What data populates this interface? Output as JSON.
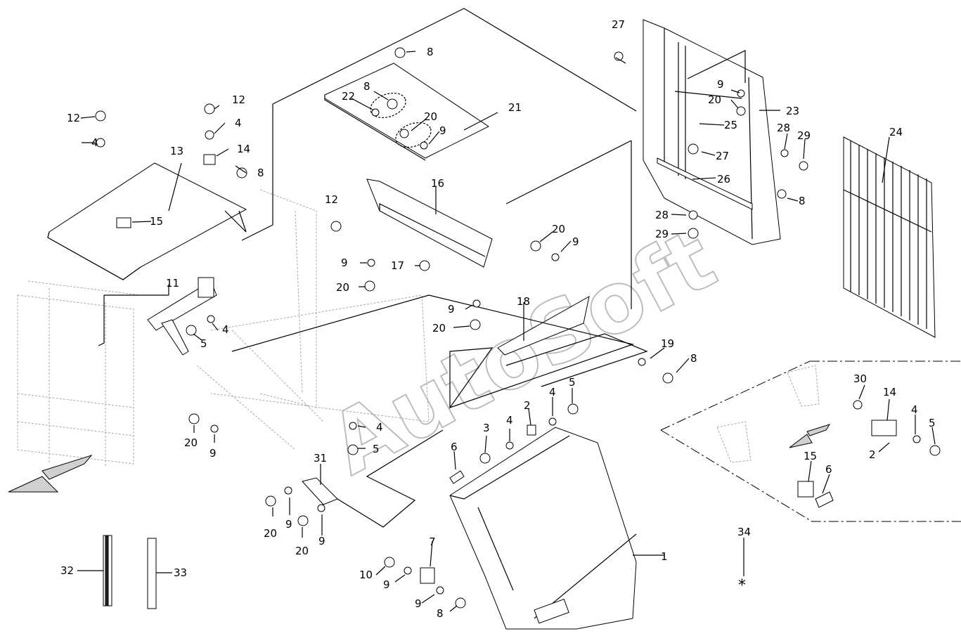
{
  "watermark": "AutoSoft",
  "callouts": [
    "1",
    "2",
    "3",
    "4",
    "5",
    "6",
    "7",
    "8",
    "9",
    "10",
    "11",
    "12",
    "13",
    "14",
    "15",
    "16",
    "17",
    "18",
    "19",
    "20",
    "21",
    "22",
    "23",
    "24",
    "25",
    "26",
    "27",
    "28",
    "29",
    "30",
    "31",
    "32",
    "33",
    "34"
  ],
  "asterisk": "*",
  "icons": {
    "direction_arrow_main": "direction-arrow-icon",
    "direction_arrow_inset": "direction-arrow-icon"
  }
}
